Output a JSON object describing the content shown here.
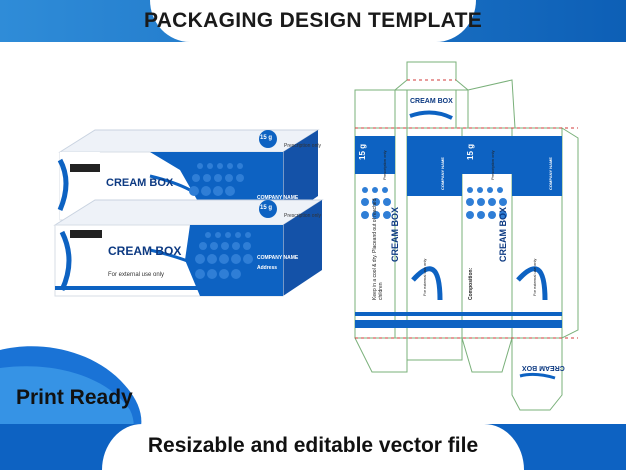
{
  "header": {
    "title": "PACKAGING DESIGN TEMPLATE"
  },
  "footer": {
    "text": "Resizable and editable  vector file"
  },
  "badge": {
    "text": "Print Ready"
  },
  "box": {
    "brand": "CREAM BOX",
    "weight": "15 g",
    "prescription": "Prescription only",
    "company": "COMPANY NAME",
    "address": "Address",
    "usage": "For external use only",
    "composition": "Composition:",
    "storage": "Keep in a cool & dry. Placeand out of reached children",
    "flap_brand": "CREAM BOX"
  },
  "colors": {
    "primary": "#0d62c2",
    "accent": "#2f8cd8",
    "dieline": "#7ab07a",
    "fold": "#d23a3a"
  }
}
